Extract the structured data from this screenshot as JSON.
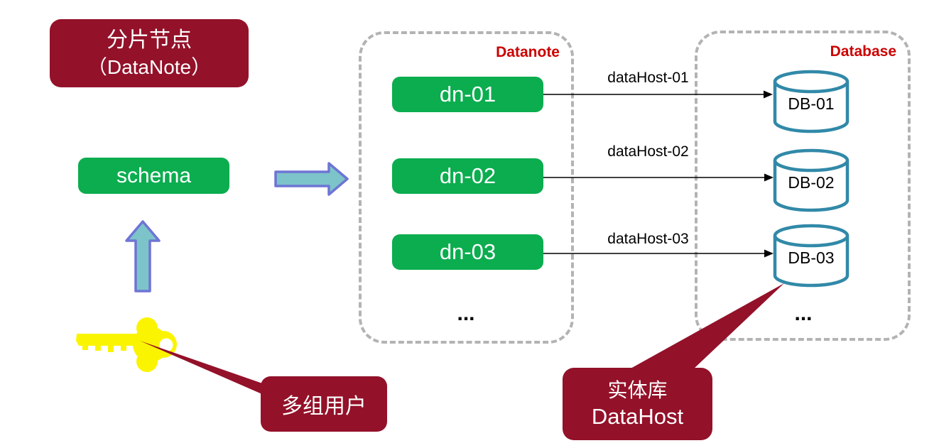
{
  "colors": {
    "dark_red": "#931129",
    "green": "#0BAD4F",
    "label_red": "#CC0000",
    "teal_stroke": "#3189A8",
    "arrow_fill": "#7CC4C9",
    "arrow_stroke": "#6F74D5",
    "key_yellow": "#FBF400",
    "dash_gray": "#B3B3B3"
  },
  "title_box": {
    "line1": "分片节点",
    "line2": "（DataNote）"
  },
  "schema_box": {
    "label": "schema"
  },
  "datanote_group": {
    "label": "Datanote",
    "nodes": [
      {
        "label": "dn-01"
      },
      {
        "label": "dn-02"
      },
      {
        "label": "dn-03"
      }
    ],
    "ellipsis": "..."
  },
  "database_group": {
    "label": "Database",
    "databases": [
      {
        "label": "DB-01"
      },
      {
        "label": "DB-02"
      },
      {
        "label": "DB-03"
      }
    ],
    "ellipsis": "..."
  },
  "connections": [
    {
      "label": "dataHost-01"
    },
    {
      "label": "dataHost-02"
    },
    {
      "label": "dataHost-03"
    }
  ],
  "callouts": {
    "users": {
      "label": "多组用户"
    },
    "datahost": {
      "line1": "实体库",
      "line2": "DataHost"
    }
  }
}
